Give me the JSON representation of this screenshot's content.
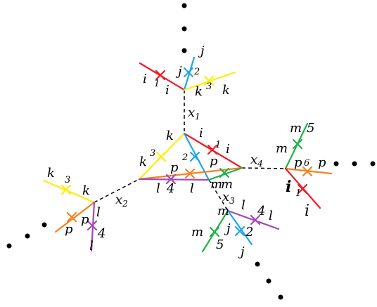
{
  "colors": {
    "red": "#ee1c25",
    "blue": "#1fa6e8",
    "yellow": "#ffee00",
    "orange": "#f5821f",
    "green": "#22b14c",
    "purple": "#a24ab4",
    "black": "#000000"
  },
  "edges": {
    "x1": "x",
    "x1_sub": "1",
    "x2": "x",
    "x2_sub": "2",
    "x3": "x",
    "x3_sub": "3",
    "x4": "x",
    "x4_sub": "4"
  },
  "top_vertex": {
    "i_left": "i",
    "sub_1": "1",
    "i_lower": "i",
    "j_top": "j",
    "j_mid": "j",
    "sub_2": "2",
    "k_mid": "k",
    "sup_3": "3",
    "k_right": "k"
  },
  "center_triangle": {
    "k_top": "k",
    "k_left": "k",
    "sup_3": "3",
    "i_top": "i",
    "sup_1": "1",
    "i_right": "i",
    "sub_2": "2",
    "p_mid": "p",
    "p_right": "p",
    "l_left": "l",
    "num_4": "4",
    "l_mid": "l",
    "m_a": "m",
    "m_b": "m"
  },
  "left_vertex": {
    "k_left": "k",
    "sub_3": "3",
    "k_right": "k",
    "p_left": "p",
    "p_right": "p",
    "l_top": "l",
    "num_4": "4",
    "l_bottom": "l"
  },
  "right_vertex": {
    "m_top": "m",
    "num_5": "5",
    "m_mid": "m",
    "p_mid": "p",
    "num_6": "6",
    "p_right": "p",
    "i_big": "i",
    "sub_1": "1",
    "i_bottom": "i"
  },
  "bottom_vertex": {
    "m_top": "m",
    "l_top": "l",
    "num_4": "4",
    "l_right": "l",
    "m_left": "m",
    "num_5": "5",
    "j_mid": "j",
    "sub_2": "2",
    "j_bottom": "j"
  }
}
